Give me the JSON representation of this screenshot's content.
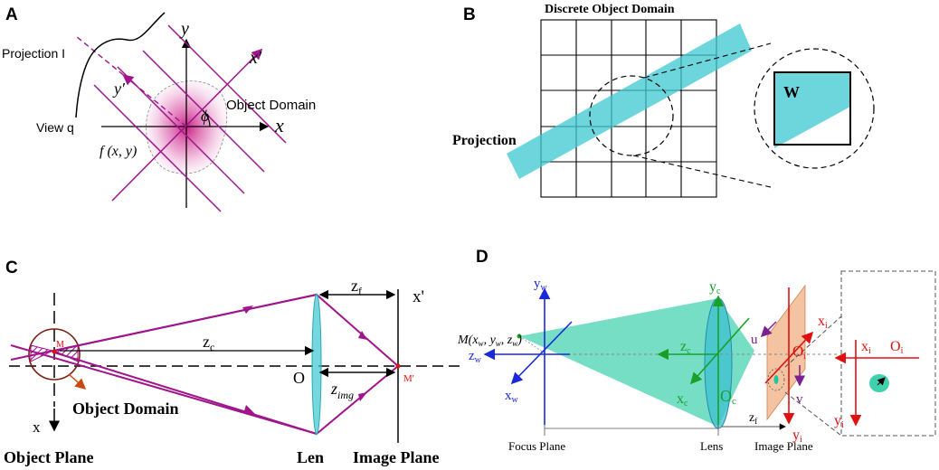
{
  "colors": {
    "magenta": "#a0148c",
    "pink": "#d4469c",
    "cyan": "#3cc8d2",
    "teal": "#1dc8a0",
    "dark_red": "#7a1f10",
    "red": "#e01010",
    "blue": "#1a2ad6",
    "green": "#18a028",
    "orange": "#f2b890",
    "gray": "#888888"
  },
  "panel_a": {
    "letter": "A",
    "projection_label": "Projection I",
    "view_label": "View q",
    "object_domain_label": "Object Domain",
    "function_label": "f (x, y)",
    "axis_x": "x",
    "axis_y": "y",
    "axis_x_prime": "x′",
    "axis_y_prime": "y′",
    "angle_label": "ϕ"
  },
  "panel_b": {
    "letter": "B",
    "title": "Discrete Object Domain",
    "projection_label": "Projection",
    "cell_label": "W"
  },
  "panel_c": {
    "letter": "C",
    "zf_label": "z",
    "zf_sub": "f",
    "zc_label": "z",
    "zc_sub": "c",
    "zimg_label": "z",
    "zimg_sub": "img",
    "x_prime_label": "x'",
    "point_m": "M",
    "point_m_prime": "M'",
    "origin_o": "O",
    "object_domain_label": "Object Domain",
    "x_axis_label": "x",
    "object_plane_label": "Object Plane",
    "lens_label": "Len",
    "image_plane_label": "Image Plane"
  },
  "panel_d": {
    "letter": "D",
    "point_m": "M(x",
    "point_m_sub_w": "w",
    "point_m_sep": ", y",
    "point_m_sep2": ", z",
    "point_m_close": ")",
    "yw": "y",
    "zw": "z",
    "xw": "x",
    "w_sub": "w",
    "yc": "y",
    "zc": "z",
    "xc": "x",
    "oc": "O",
    "c_sub": "c",
    "xi": "x",
    "yi": "y",
    "oi": "O",
    "i_sub": "i",
    "u_label": "u",
    "v_label": "v",
    "zf_label": "z",
    "zf_sub": "f",
    "focus_plane_label": "Focus Plane",
    "lens_label": "Lens",
    "image_plane_label": "Image Plane",
    "inset_xi": "x",
    "inset_oi": "O",
    "inset_yi": "y"
  }
}
